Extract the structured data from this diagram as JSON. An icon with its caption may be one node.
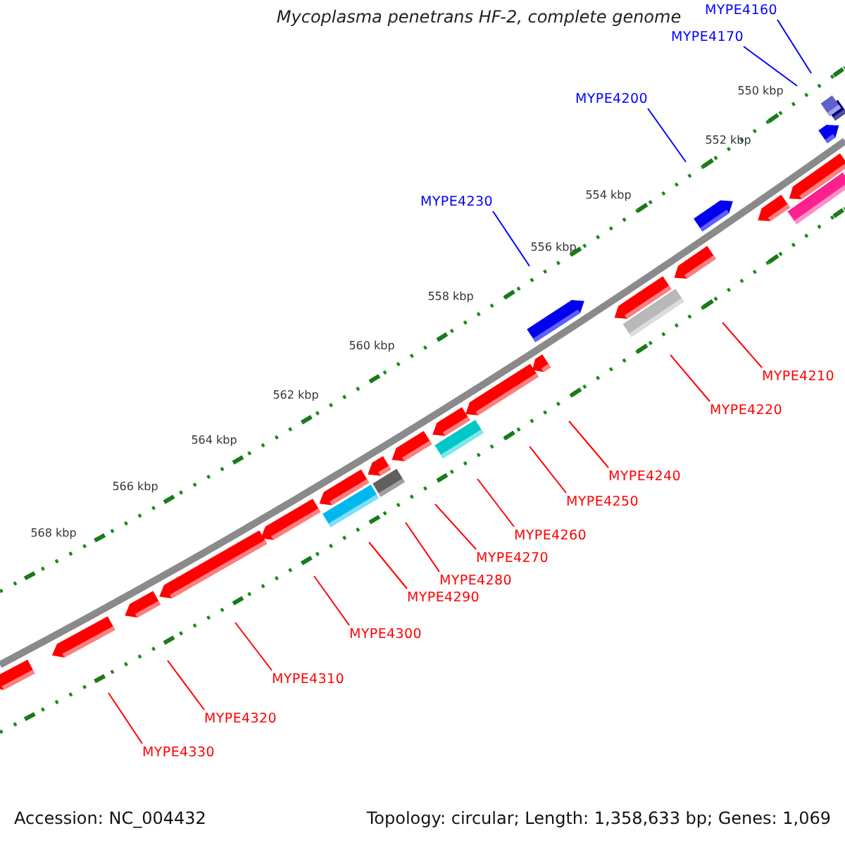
{
  "diagram": {
    "title": "Mycoplasma penetrans HF-2, complete genome",
    "nodes": [
      {
        "text": [
          "MYPE4160"
        ]
      },
      {
        "text": [
          "MYPE4170"
        ]
      },
      {
        "text": [
          "MYPE4200"
        ]
      },
      {
        "text": [
          "MYPE4230"
        ]
      },
      {
        "text": [
          "MYPE4210"
        ]
      },
      {
        "text": [
          "MYPE4220"
        ]
      },
      {
        "text": [
          "MYPE4240"
        ]
      },
      {
        "text": [
          "MYPE4250"
        ]
      },
      {
        "text": [
          "MYPE4260"
        ]
      },
      {
        "text": [
          "MYPE4270"
        ]
      },
      {
        "text": [
          "MYPE4280"
        ]
      },
      {
        "text": [
          "MYPE4290"
        ]
      },
      {
        "text": [
          "MYPE4300"
        ]
      },
      {
        "text": [
          "MYPE4310"
        ]
      },
      {
        "text": [
          "MYPE4320"
        ]
      },
      {
        "text": [
          "MYPE4330"
        ]
      }
    ],
    "edges": [
      {
        "from": 0,
        "to": null,
        "arrow": "none",
        "color": "#0000ff"
      },
      {
        "from": 1,
        "to": null,
        "arrow": "none",
        "color": "#0000ff"
      },
      {
        "from": 2,
        "to": null,
        "arrow": "none",
        "color": "#0000ff"
      },
      {
        "from": 3,
        "to": null,
        "arrow": "none",
        "color": "#0000ff"
      },
      {
        "from": 4,
        "to": null,
        "arrow": "none"
      },
      {
        "from": 5,
        "to": null,
        "arrow": "none"
      },
      {
        "from": 6,
        "to": null,
        "arrow": "none"
      },
      {
        "from": 7,
        "to": null,
        "arrow": "none"
      },
      {
        "from": 8,
        "to": null,
        "arrow": "none"
      },
      {
        "from": 9,
        "to": null,
        "arrow": "none"
      },
      {
        "from": 10,
        "to": null,
        "arrow": "none"
      },
      {
        "from": 11,
        "to": null,
        "arrow": "none"
      },
      {
        "from": 12,
        "to": null,
        "arrow": "none"
      },
      {
        "from": 13,
        "to": null,
        "arrow": "none"
      },
      {
        "from": 14,
        "to": null,
        "arrow": "none"
      },
      {
        "from": 15,
        "to": null,
        "arrow": "none"
      }
    ],
    "labels": [
      "550 kbp",
      "552 kbp",
      "554 kbp",
      "556 kbp",
      "558 kbp",
      "560 kbp",
      "562 kbp",
      "564 kbp",
      "566 kbp",
      "568 kbp",
      "Accession: NC_004432",
      "Topology: circular; Length: 1,358,633 bp; Genes: 1,069"
    ]
  }
}
